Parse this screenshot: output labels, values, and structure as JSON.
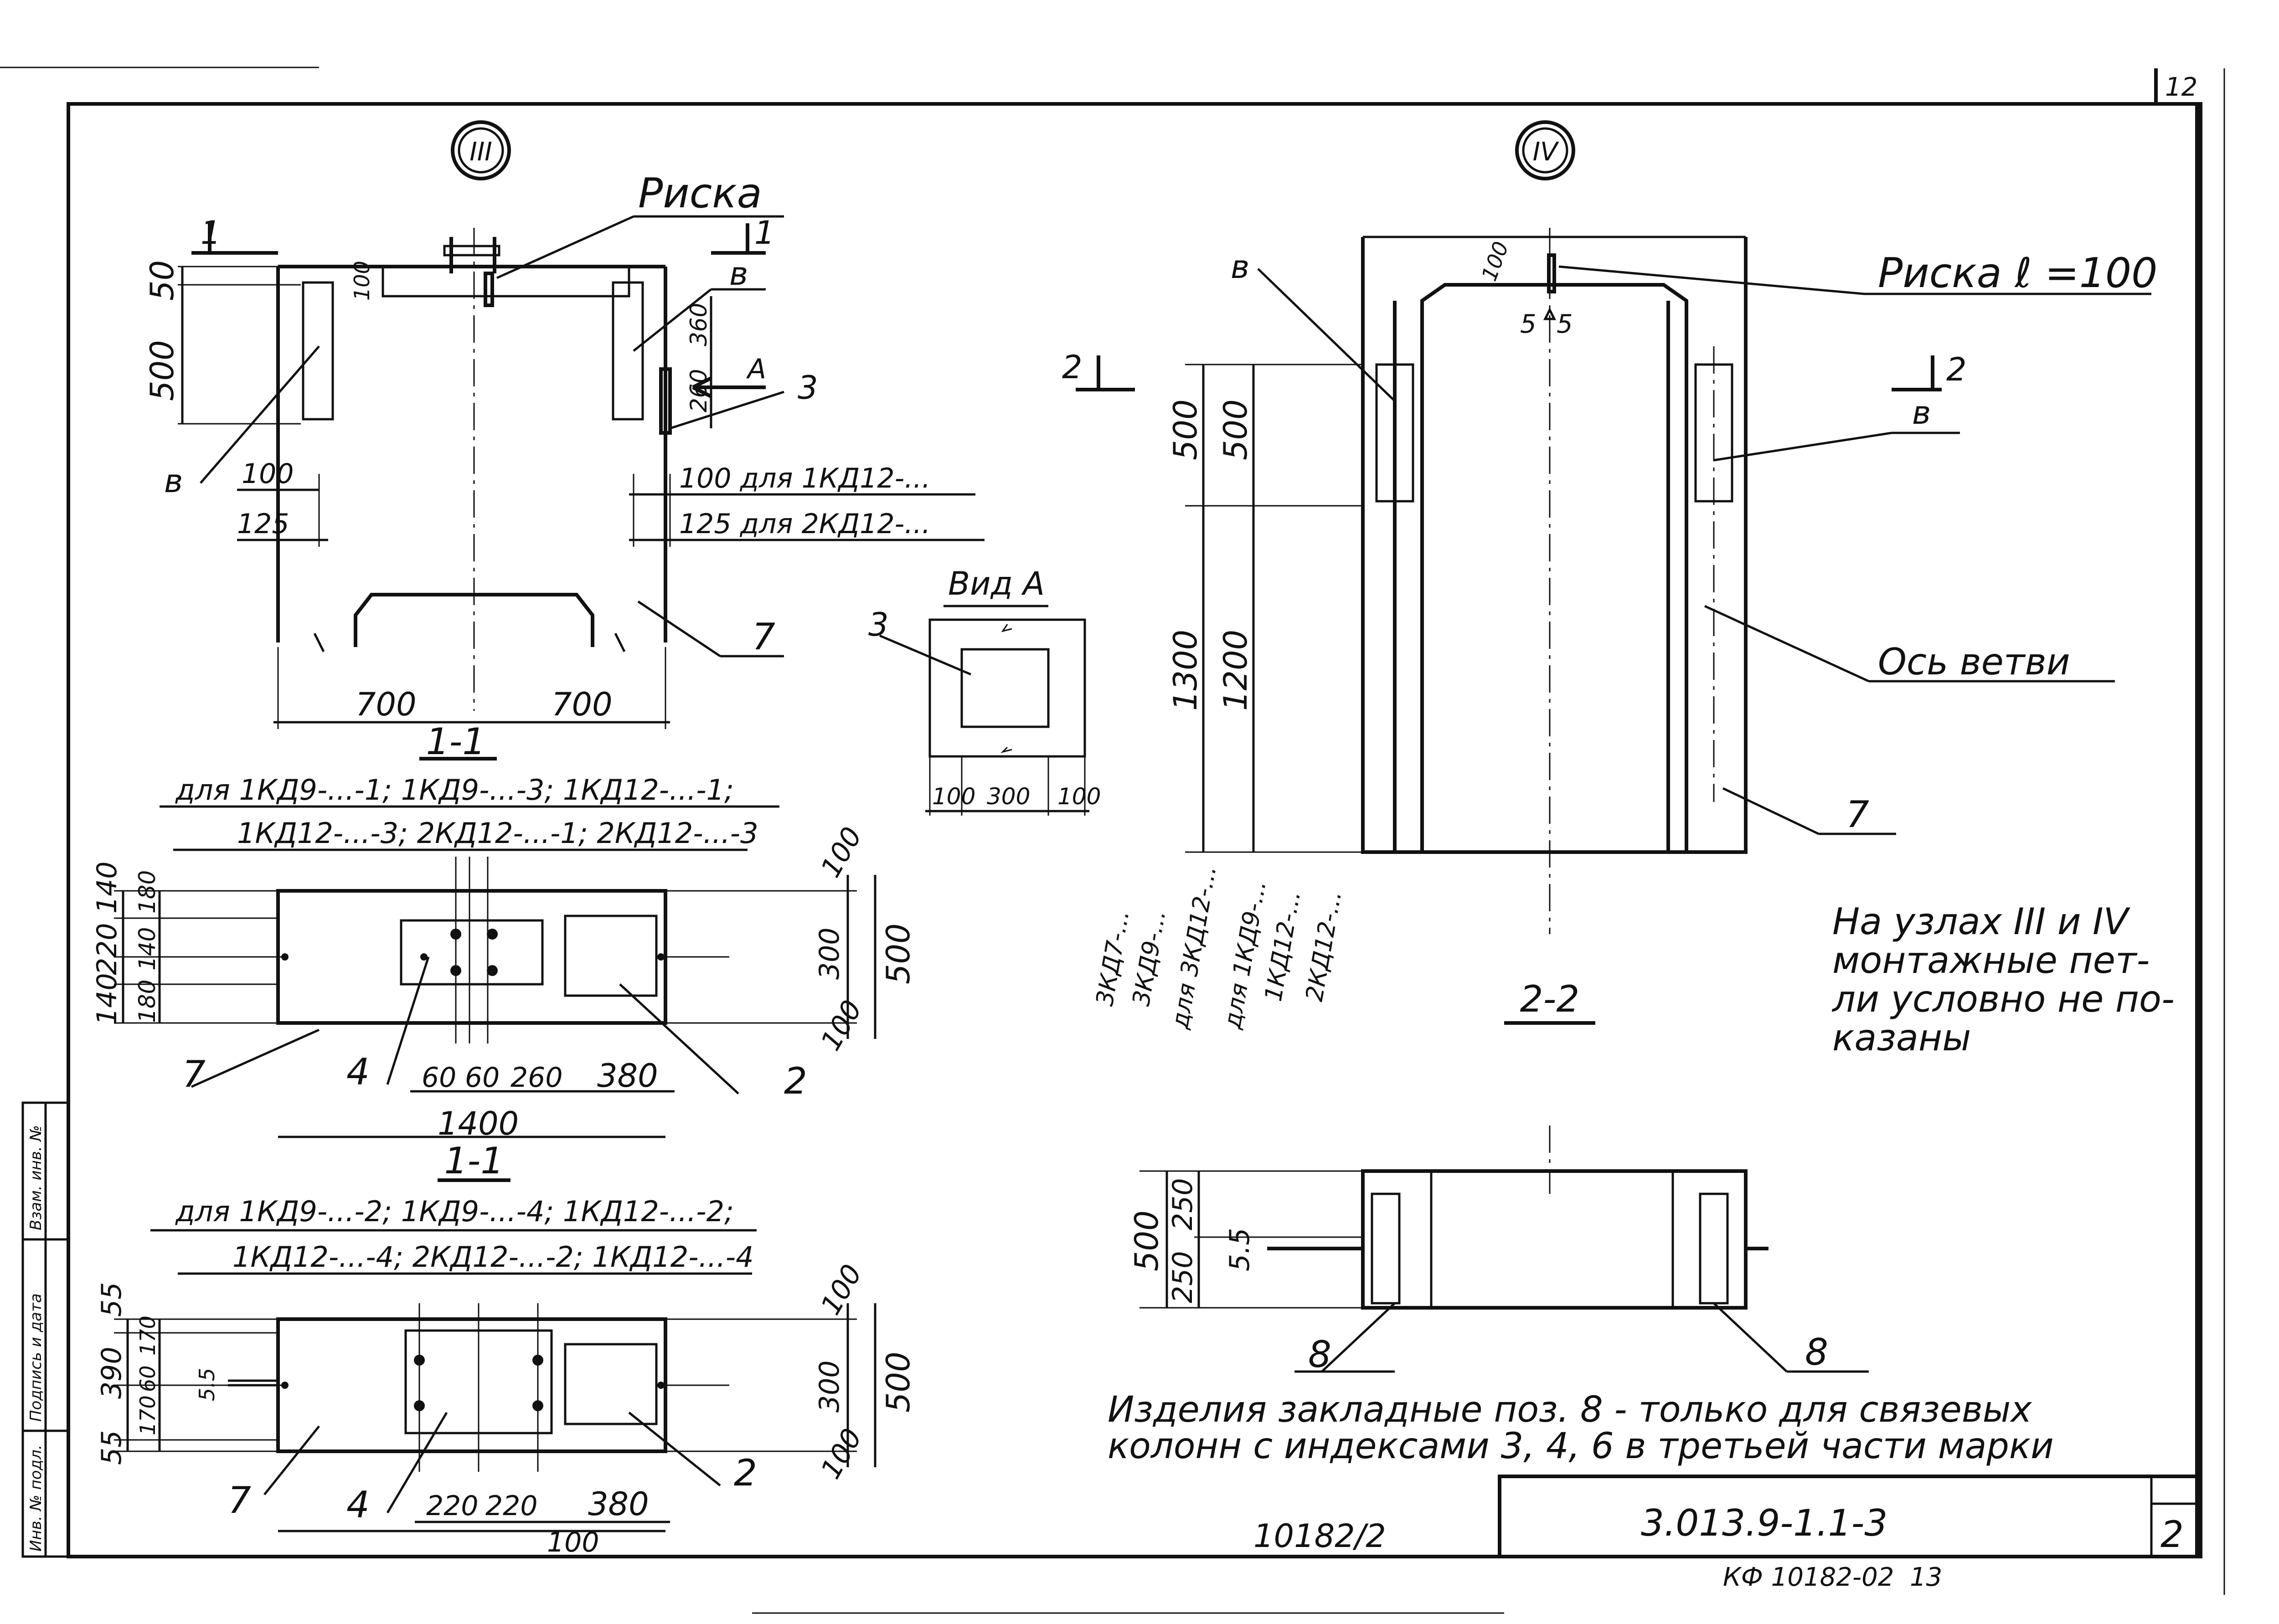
{
  "nodes": {
    "node_a": "III",
    "node_b": "IV"
  },
  "left_view": {
    "riska_label": "Риска",
    "section_marks": [
      "1",
      "1"
    ],
    "b_labels": [
      "в",
      "в"
    ],
    "pos_7": "7",
    "pos_3": "3",
    "arrow_a": "A",
    "dims_left": [
      "50",
      "500",
      "100",
      "125"
    ],
    "dims_inner": [
      "100",
      "360",
      "260"
    ],
    "dim_100_note": "100  для 1КД12-...",
    "dim_125_note": "125  для 2КД12-...",
    "bottom_dims": [
      "700",
      "700"
    ]
  },
  "section_1a": {
    "title": "1-1",
    "caption_line1": "для 1КД9-...-1; 1КД9-...-3; 1КД12-...-1;",
    "caption_line2": "1КД12-...-3; 2КД12-...-1; 2КД12-...-3",
    "dims_left": [
      "140",
      "220",
      "140",
      "140",
      "180",
      "180"
    ],
    "dims_right": [
      "100",
      "300",
      "100",
      "500"
    ],
    "dims_bottom": [
      "60",
      "60",
      "260",
      "380"
    ],
    "total": "1400",
    "pos": [
      "7",
      "4",
      "2"
    ]
  },
  "section_1b": {
    "title": "1-1",
    "caption_line1": "для 1КД9-...-2; 1КД9-...-4; 1КД12-...-2;",
    "caption_line2": "1КД12-...-4; 2КД12-...-2; 1КД12-...-4",
    "dims_left": [
      "55",
      "390",
      "55",
      "170",
      "60",
      "170",
      "5.5"
    ],
    "dims_right": [
      "100",
      "300",
      "100",
      "500"
    ],
    "dims_bottom": [
      "220",
      "220",
      "380"
    ],
    "total": "100",
    "pos": [
      "7",
      "4",
      "2"
    ]
  },
  "view_a": {
    "title": "Вид А",
    "pos": "3",
    "dims": [
      "100",
      "300",
      "100"
    ]
  },
  "right_view": {
    "riska_label": "Риска ℓ =100",
    "b_labels": [
      "в",
      "в"
    ],
    "section_marks": [
      "2",
      "2"
    ],
    "dim_100": "100",
    "dim_55": [
      "5",
      "5"
    ],
    "dims_a": [
      "500",
      "1300"
    ],
    "dims_b": [
      "500",
      "1200"
    ],
    "axis_label": "Ось ветви",
    "pos_7": "7",
    "type_a": [
      "3КД7-...",
      "3КД9-...",
      "для 3КД12-..."
    ],
    "type_b": [
      "для 1КД9-...",
      "1КД12-...",
      "2КД12-..."
    ]
  },
  "section_2": {
    "title": "2-2",
    "dims": [
      "500",
      "250",
      "250",
      "5.5"
    ],
    "pos": [
      "8",
      "8"
    ]
  },
  "notes": {
    "note_loops": [
      "На узлах III и IV",
      "монтажные пет-",
      "ли условно не по-",
      "казаны"
    ],
    "note_items": [
      "Изделия закладные поз. 8 - только для связевых",
      "колонн с индексами 3, 4, 6 в третьей части марки"
    ]
  },
  "title_block": {
    "code": "3.013.9-1.1-3",
    "sheet": "2",
    "archive": "10182/2",
    "kf": "КФ 10182-02",
    "page_no": "13",
    "corner": "12",
    "side_fields": [
      "Инв. № подл.",
      "Подпись и дата",
      "Взам. инв. №"
    ]
  }
}
